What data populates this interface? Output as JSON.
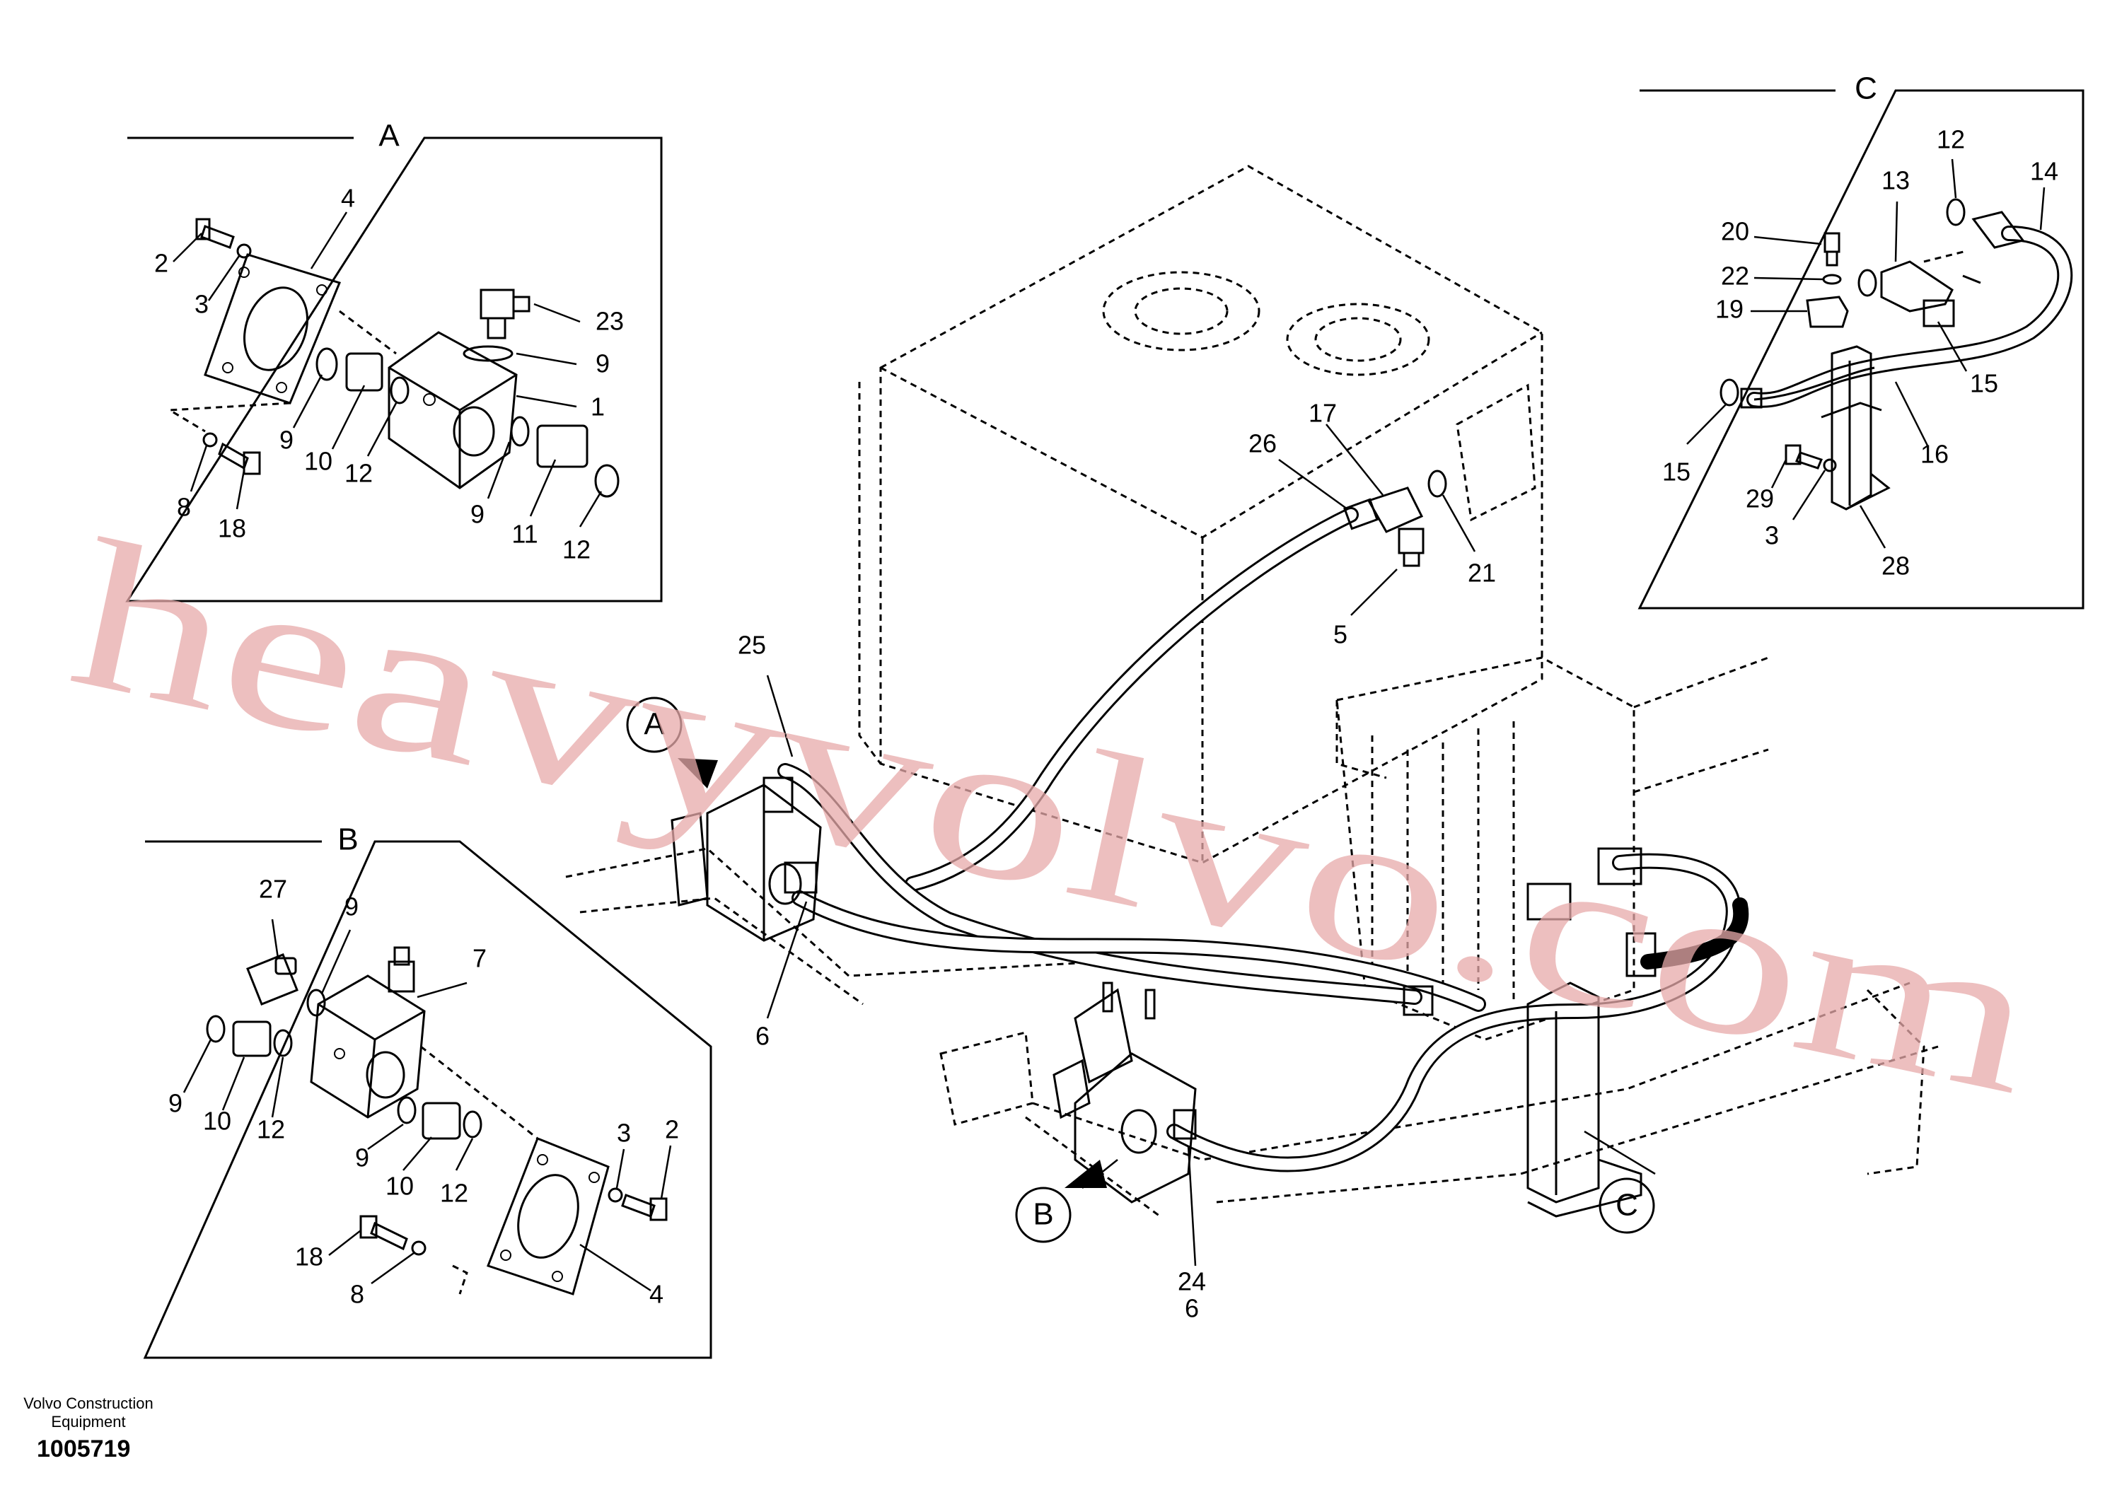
{
  "insets": {
    "a": {
      "title": "A"
    },
    "b": {
      "title": "B"
    },
    "c": {
      "title": "C"
    }
  },
  "callouts": {
    "a": "A",
    "b": "B",
    "c": "C"
  },
  "labels": {
    "inset_a": [
      "2",
      "3",
      "4",
      "23",
      "9",
      "1",
      "9",
      "10",
      "12",
      "9",
      "11",
      "12",
      "8",
      "18"
    ],
    "inset_b": [
      "27",
      "9",
      "7",
      "9",
      "10",
      "12",
      "9",
      "10",
      "12",
      "3",
      "2",
      "18",
      "8",
      "4"
    ],
    "inset_c": [
      "12",
      "14",
      "13",
      "20",
      "22",
      "19",
      "15",
      "16",
      "15",
      "29",
      "3",
      "28"
    ],
    "main": [
      "17",
      "26",
      "21",
      "5",
      "25",
      "6",
      "24",
      "6"
    ]
  },
  "watermark": "heavyvolvo.com",
  "footer": {
    "company_line1": "Volvo Construction",
    "company_line2": "Equipment",
    "drawing_number": "1005719"
  }
}
